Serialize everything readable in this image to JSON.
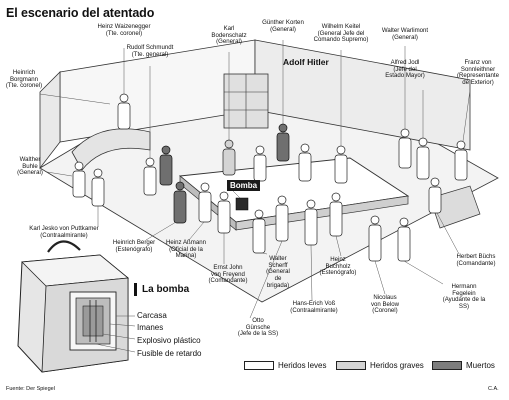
{
  "title": "El escenario del atentado",
  "labels": {
    "heinz_waizenegger": "Heinz Waizenegger\n(Tte. coronel)",
    "karl_bodenschatz": "Karl\nBodenschatz\n(General)",
    "gunther_korten": "Günther Korten\n(General)",
    "wilhelm_keitel": "Wilhelm Keitel\n(General Jefe del\nComando Supremo)",
    "walter_warlimont": "Walter Warlimont\n(General)",
    "rudolf_schmundt": "Rudolf Schmundt\n(Tte. general)",
    "heinrich_borgmann": "Heinrich\nBorgmann\n(Tte. coronel)",
    "alfred_jodl": "Alfred Jodl\n(Jefe del\nEstado Mayor)",
    "franz_sonnleithner": "Franz von\nSonnleithner\n(Representante\nde Exterior)",
    "walther_buhle": "Walther\nBuhle\n(General)",
    "karl_jesko": "Karl Jesko von Puttkamer\n(Contraalmirante)",
    "heinrich_berger": "Heinrich Berger\n(Estenógrafo)",
    "heinz_assmann": "Heinz Aßmann\n(Oficial de la\nMarina)",
    "ernst_john": "Ernst John\nvon Freyend\n(Comandante)",
    "walter_scherff": "Walter\nScherff\n(General\nde\nbrigada)",
    "heinz_buchholz": "Heinz\nBuchholz\n(Estenógrafo)",
    "herbert_buchs": "Herbert Büchs\n(Comandante)",
    "otto_gunsche": "Otto\nGünsche\n(Jefe de la SS)",
    "hans_erich_voss": "Hans-Erich Voß\n(Contraalmirante)",
    "nicolaus_below": "Nicolaus\nvon Below\n(Coronel)",
    "hermann_fegelein": "Hermann\nFegelein\n(Ayudante de la SS)"
  },
  "hitler_label": "Adolf Hitler",
  "bomba_label": "Bomba",
  "bomb_heading": "La bomba",
  "bomb_parts": [
    "Carcasa",
    "Imanes",
    "Explosivo plástico",
    "Fusible de retardo"
  ],
  "legend": [
    {
      "label": "Heridos leves",
      "color": "#ffffff"
    },
    {
      "label": "Heridos graves",
      "color": "#d4d4d4"
    },
    {
      "label": "Muertos",
      "color": "#7d7d7d"
    }
  ],
  "footer_source": "Fuente: Der Spiegel",
  "footer_credit": "C.A."
}
